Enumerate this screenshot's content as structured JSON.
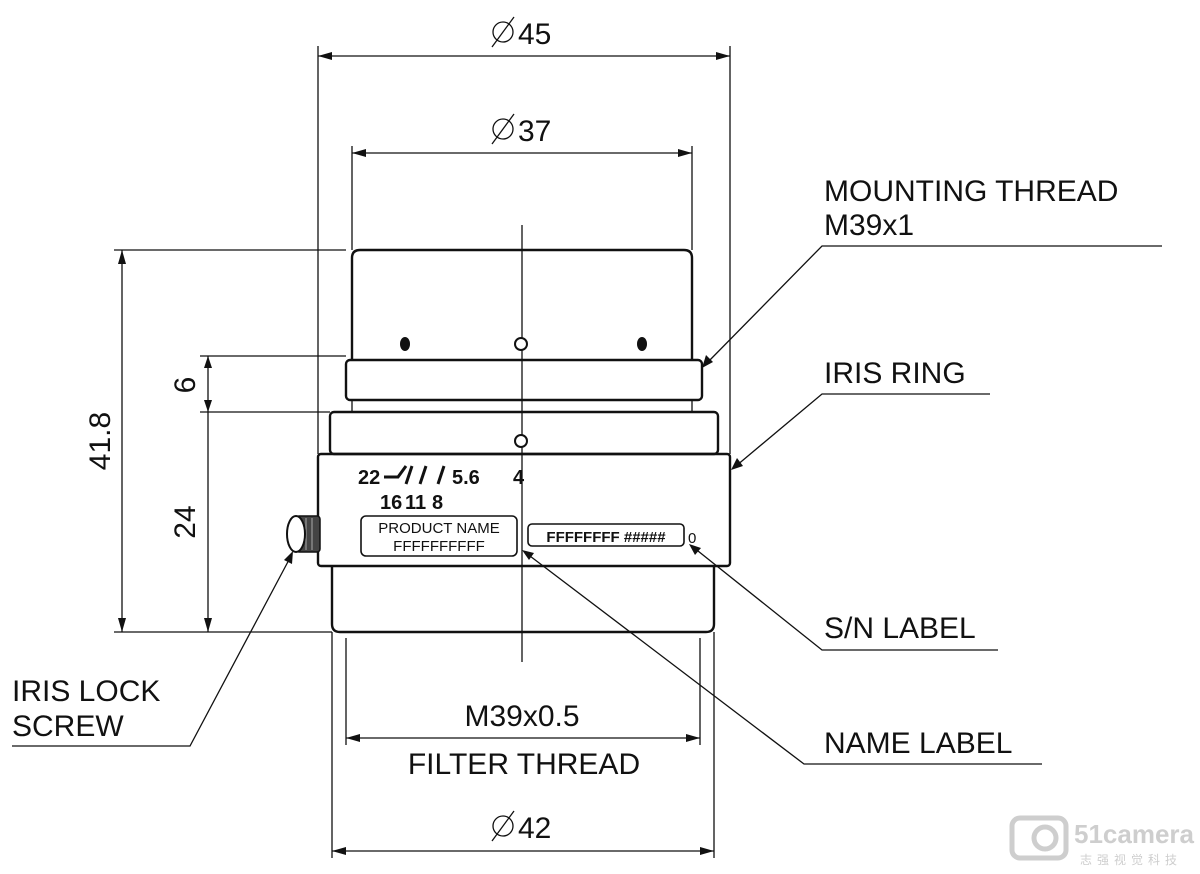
{
  "dimensions": {
    "outer_diameter": "45",
    "mount_diameter": "37",
    "filter_diameter": "42",
    "total_length": "41.8",
    "mount_length": "6",
    "body_length": "24"
  },
  "callouts": {
    "mounting_thread_line1": "MOUNTING THREAD",
    "mounting_thread_line2": "M39x1",
    "iris_ring": "IRIS RING",
    "sn_label": "S/N LABEL",
    "name_label": "NAME LABEL",
    "iris_lock_line1": "IRIS LOCK",
    "iris_lock_line2": "SCREW",
    "filter_thread_size": "M39x0.5",
    "filter_thread_name": "FILTER THREAD"
  },
  "iris_scale": {
    "f22": "22",
    "f16": "16",
    "f11": "11",
    "f8": "8",
    "f5_6": "5.6",
    "f4": "4"
  },
  "labels": {
    "product_name_title": "PRODUCT NAME",
    "product_name_value": "FFFFFFFFFF",
    "serial_value": "FFFFFFFF #####",
    "serial_suffix": "0"
  },
  "watermark": {
    "brand": "51camera",
    "tagline": "志强视觉科技"
  }
}
